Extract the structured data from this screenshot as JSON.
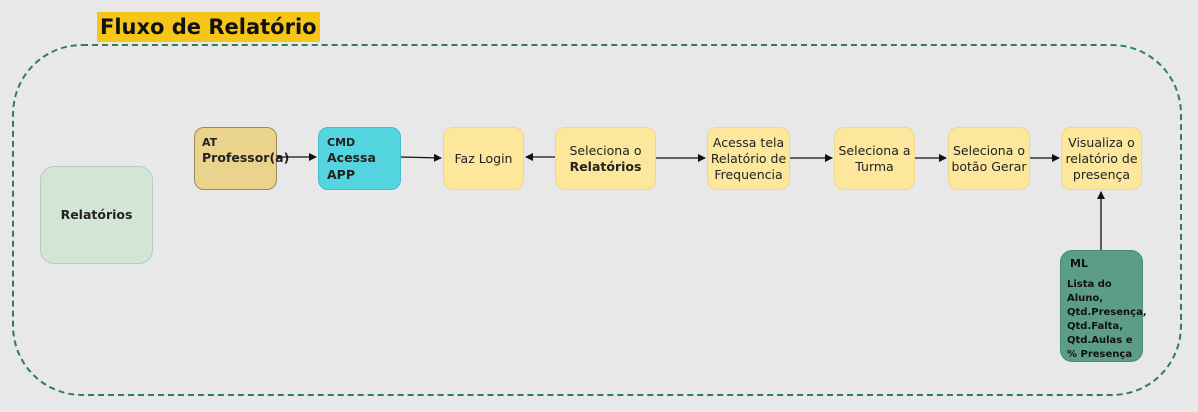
{
  "title": "Fluxo de Relatório",
  "relatorios_label": "Relatórios",
  "actor": {
    "tag": "AT",
    "label": "Professor(a)"
  },
  "cmd": {
    "tag": "CMD",
    "label": "Acessa APP"
  },
  "steps": {
    "login": "Faz Login",
    "selRel_line1": "Seleciona o",
    "selRel_line2": "Relatórios",
    "acessa_line1": "Acessa tela",
    "acessa_line2": "Relatório de",
    "acessa_line3": "Frequencia",
    "turma_line1": "Seleciona a",
    "turma_line2": "Turma",
    "gerar_line1": "Seleciona o",
    "gerar_line2": "botão Gerar",
    "visual_line1": "Visualiza o",
    "visual_line2": "relatório de",
    "visual_line3": "presença"
  },
  "ml": {
    "tag": "ML",
    "line1": "Lista do Aluno,",
    "line2": "Qtd.Presença,",
    "line3": "Qtd.Falta,",
    "line4": "Qtd.Aulas e",
    "line5": "% Presença"
  },
  "colors": {
    "frame": "#2e7d5b",
    "title_bg": "#f5c518",
    "step_yellow": "#fce79c",
    "actor": "#ead48d",
    "cmd": "#54d4df",
    "ml": "#5b9e85",
    "relatorios": "#d3e5d4"
  }
}
